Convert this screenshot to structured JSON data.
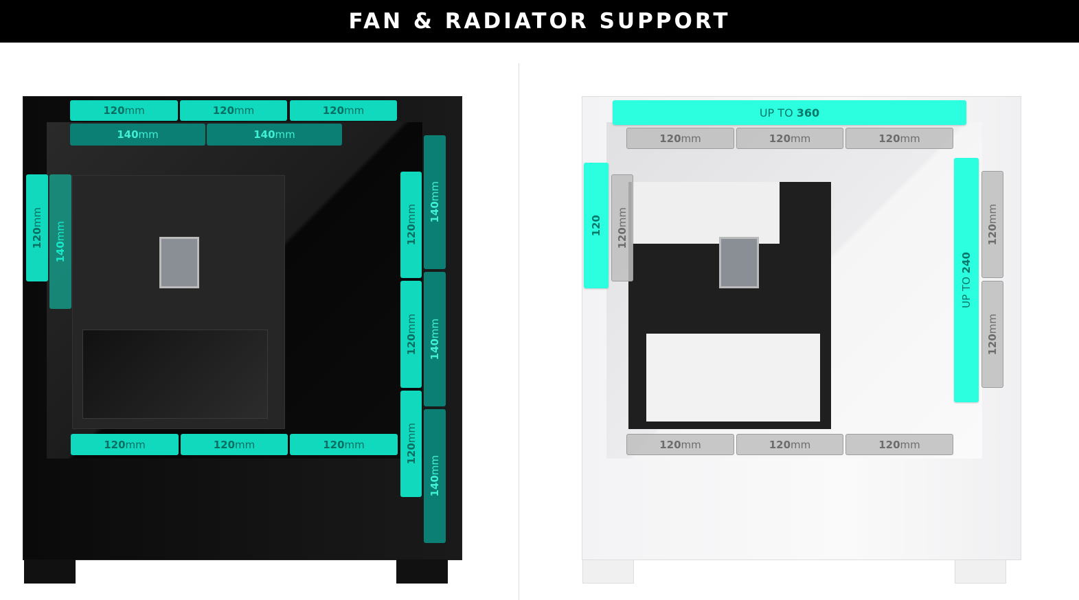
{
  "header": {
    "title": "FAN & RADIATOR SUPPORT"
  },
  "colors": {
    "bright_teal": "#10d9bd",
    "dark_teal": "#0b7f73",
    "cyan": "#2cffe0",
    "gray": "#bebebe"
  },
  "black_case": {
    "top_120": [
      {
        "num": "120",
        "unit": "mm"
      },
      {
        "num": "120",
        "unit": "mm"
      },
      {
        "num": "120",
        "unit": "mm"
      }
    ],
    "top_140": [
      {
        "num": "140",
        "unit": "mm"
      },
      {
        "num": "140",
        "unit": "mm"
      }
    ],
    "rear_120": {
      "num": "120",
      "unit": "mm"
    },
    "rear_140": {
      "num": "140",
      "unit": "mm"
    },
    "side_120": [
      {
        "num": "120",
        "unit": "mm"
      },
      {
        "num": "120",
        "unit": "mm"
      },
      {
        "num": "120",
        "unit": "mm"
      }
    ],
    "side_140": [
      {
        "num": "140",
        "unit": "mm"
      },
      {
        "num": "140",
        "unit": "mm"
      },
      {
        "num": "140",
        "unit": "mm"
      }
    ],
    "bottom_120": [
      {
        "num": "120",
        "unit": "mm"
      },
      {
        "num": "120",
        "unit": "mm"
      },
      {
        "num": "120",
        "unit": "mm"
      }
    ]
  },
  "white_case": {
    "top_radiator": {
      "prefix": "UP TO ",
      "num": "360"
    },
    "top_120": [
      {
        "num": "120",
        "unit": "mm"
      },
      {
        "num": "120",
        "unit": "mm"
      },
      {
        "num": "120",
        "unit": "mm"
      }
    ],
    "rear_radiator": {
      "num": "120"
    },
    "rear_120": {
      "num": "120",
      "unit": "mm"
    },
    "side_radiator": {
      "prefix": "UP TO ",
      "num": "240"
    },
    "side_120": [
      {
        "num": "120",
        "unit": "mm"
      },
      {
        "num": "120",
        "unit": "mm"
      }
    ],
    "bottom_120": [
      {
        "num": "120",
        "unit": "mm"
      },
      {
        "num": "120",
        "unit": "mm"
      },
      {
        "num": "120",
        "unit": "mm"
      }
    ]
  }
}
